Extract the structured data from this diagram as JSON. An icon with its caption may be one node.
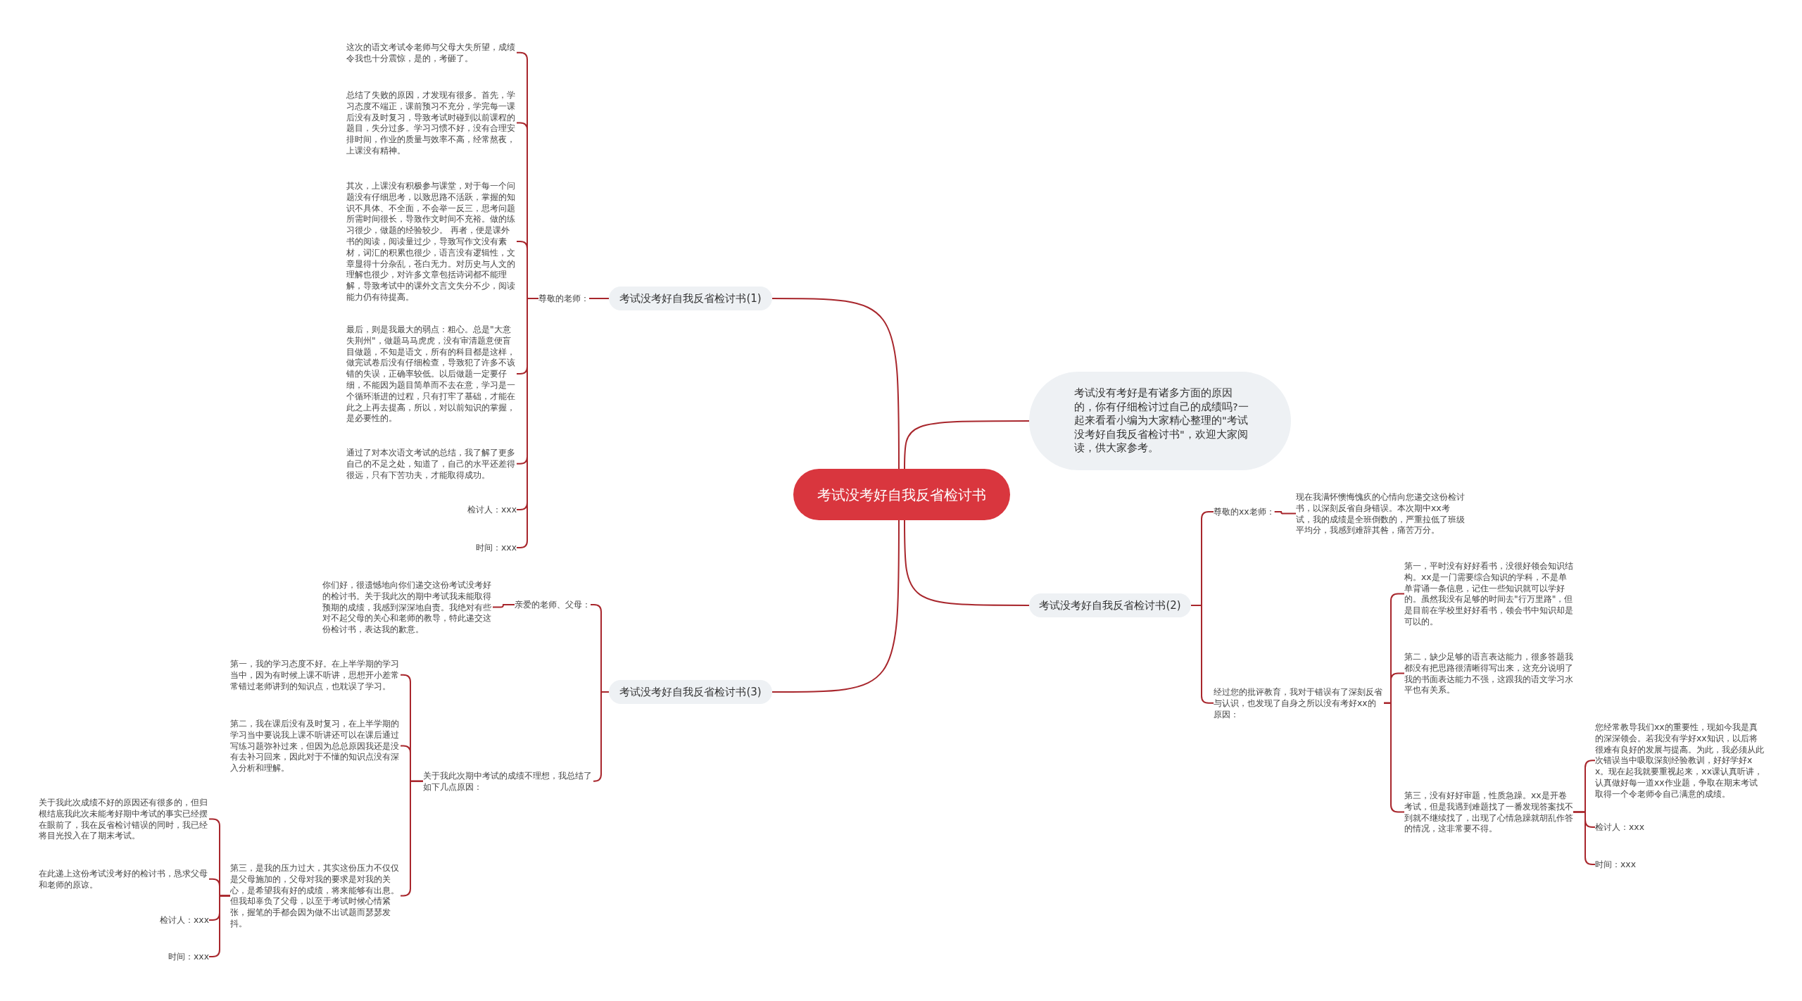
{
  "diagram": {
    "nodes": [
      {
        "text": [
          "考试没考好自我反省检讨书"
        ]
      },
      {
        "text": [
          "考试没有考好是有诸多方面的原因的，你有仔细检讨过自己的成绩吗?一起来看看小编为大家精心整理的\"考试没考好自我反省检讨书\"，欢迎大家阅读，供大家参考。"
        ]
      },
      {
        "text": [
          "考试没考好自我反省检讨书(1)"
        ]
      },
      {
        "text": [
          "尊敬的老师："
        ]
      },
      {
        "text": [
          "这次的语文考试令老师与父母大失所望，成绩令我也十分震惊，是的，考砸了。"
        ]
      },
      {
        "text": [
          "总结了失败的原因，才发现有很多。首先，学习态度不端正，课前预习不充分，学完每一课后没有及时复习，导致考试时碰到以前课程的题目，失分过多。学习习惯不好，没有合理安排时间，作业的质量与效率不高，经常熬夜，上课没有精神。"
        ]
      },
      {
        "text": [
          "其次，上课没有积极参与课堂，对于每一个问题没有仔细思考，以致思路不活跃，掌握的知识不具体、不全面，不会举一反三，思考问题所需时间很长，导致作文时间不充裕。做的练习很少，做题的经验较少。 再者，便是课外书的阅读，阅读量过少，导致写作文没有素材，词汇的积累也很少，语言没有逻辑性，文章显得十分杂乱，苍白无力。对历史与人文的理解也很少，对许多文章包括诗词都不能理解，导致考试中的课外文言文失分不少，阅读能力仍有待提高。"
        ]
      },
      {
        "text": [
          "最后，则是我最大的弱点：粗心。总是\"大意失荆州\"，做题马马虎虎，没有审清题意便盲目做题，不知是语文，所有的科目都是这样，做完试卷后没有仔细检查，导致犯了许多不该错的失误，正确率较低。以后做题一定要仔细，不能因为题目简单而不去在意，学习是一个循环渐进的过程，只有打牢了基础，才能在此之上再去提高，所以，对以前知识的掌握，是必要性的。"
        ]
      },
      {
        "text": [
          "通过了对本次语文考试的总结，我了解了更多自己的不足之处，知道了，自己的水平还差得很远，只有下苦功夫，才能取得成功。"
        ]
      },
      {
        "text": [
          "检讨人：xxx"
        ]
      },
      {
        "text": [
          "时间：xxx"
        ]
      },
      {
        "text": [
          "考试没考好自我反省检讨书(3)"
        ]
      },
      {
        "text": [
          "亲爱的老师、父母："
        ]
      },
      {
        "text": [
          "你们好，很遗憾地向你们递交这份考试没考好的检讨书。关于我此次的期中考试我未能取得预期的成绩，我感到深深地自责。我绝对有些对不起父母的关心和老师的教导，特此递交这份检讨书，表达我的歉意。"
        ]
      },
      {
        "text": [
          "关于我此次期中考试的成绩不理想，我总结了如下几点原因："
        ]
      },
      {
        "text": [
          "第一，我的学习态度不好。在上半学期的学习当中，因为有时候上课不听讲，思想开小差常常错过老师讲到的知识点，也耽误了学习。"
        ]
      },
      {
        "text": [
          "第二，我在课后没有及时复习，在上半学期的学习当中要说我上课不听讲还可以在课后通过写练习题弥补过来，但因为总总原因我还是没有去补习回来，因此对于不懂的知识点没有深入分析和理解。"
        ]
      },
      {
        "text": [
          "第三，是我的压力过大，其实这份压力不仅仅是父母施加的，父母对我的要求是对我的关心，是希望我有好的成绩，将来能够有出息。但我却辜负了父母，以至于考试时候心情紧张，握笔的手都会因为做不出试题而瑟瑟发抖。"
        ]
      },
      {
        "text": [
          "关于我此次成绩不好的原因还有很多的，但归根结底我此次未能考好期中考试的事实已经摆在眼前了，我在反省检讨错误的同时，我已经将目光投入在了期末考试。"
        ]
      },
      {
        "text": [
          "在此递上这份考试没考好的检讨书，恳求父母和老师的原谅。"
        ]
      },
      {
        "text": [
          "检讨人：xxx"
        ]
      },
      {
        "text": [
          "时间：xxx"
        ]
      },
      {
        "text": [
          "考试没考好自我反省检讨书(2)"
        ]
      },
      {
        "text": [
          "尊敬的xx老师："
        ]
      },
      {
        "text": [
          "现在我满怀懊悔愧疚的心情向您递交这份检讨书，以深刻反省自身错误。本次期中xx考试，我的成绩是全班倒数的，严重拉低了班级平均分，我感到难辞其咎，痛苦万分。"
        ]
      },
      {
        "text": [
          "经过您的批评教育，我对于错误有了深刻反省与认识，也发现了自身之所以没有考好xx的原因："
        ]
      },
      {
        "text": [
          "第一，平时没有好好看书，没很好领会知识结构。xx是一门需要综合知识的学科，不是单单背诵一条信息，记住一些知识就可以学好的。虽然我没有足够的时间去\"行万里路\"，但是目前在学校里好好看书，领会书中知识却是可以的。"
        ]
      },
      {
        "text": [
          "第二，缺少足够的语言表达能力，很多答题我都没有把思路很清晰得写出来，这充分说明了我的书面表达能力不强，这跟我的语文学习水平也有关系。"
        ]
      },
      {
        "text": [
          "第三，没有好好审题，性质急躁。xx是开卷考试，但是我遇到难题找了一番发现答案找不到就不继续找了，出现了心情急躁就胡乱作答的情况，这非常要不得。"
        ]
      },
      {
        "text": [
          "您经常教导我们xx的重要性，现如今我是真的深深领会。若我没有学好xx知识，以后将很难有良好的发展与提高。为此，我必须从此次错误当中吸取深刻经验教训，好好学好xx。现在起我就要重视起来，xx课认真听讲，认真做好每一道xx作业题，争取在期末考试取得一个令老师令自己满意的成绩。"
        ]
      },
      {
        "text": [
          "检讨人：xxx"
        ]
      },
      {
        "text": [
          "时间：xxx"
        ]
      }
    ],
    "edges": [
      {
        "from": 0,
        "to": 1,
        "arrow": "none"
      },
      {
        "from": 0,
        "to": 2,
        "arrow": "none"
      },
      {
        "from": 0,
        "to": 22,
        "arrow": "none"
      },
      {
        "from": 0,
        "to": 11,
        "arrow": "none"
      },
      {
        "from": 2,
        "to": 3,
        "arrow": "none"
      },
      {
        "from": 3,
        "to": 4,
        "arrow": "none"
      },
      {
        "from": 3,
        "to": 5,
        "arrow": "none"
      },
      {
        "from": 3,
        "to": 6,
        "arrow": "none"
      },
      {
        "from": 3,
        "to": 7,
        "arrow": "none"
      },
      {
        "from": 3,
        "to": 8,
        "arrow": "none"
      },
      {
        "from": 3,
        "to": 9,
        "arrow": "none"
      },
      {
        "from": 3,
        "to": 10,
        "arrow": "none"
      },
      {
        "from": 11,
        "to": 12,
        "arrow": "none"
      },
      {
        "from": 11,
        "to": 14,
        "arrow": "none"
      },
      {
        "from": 12,
        "to": 13,
        "arrow": "none"
      },
      {
        "from": 14,
        "to": 15,
        "arrow": "none"
      },
      {
        "from": 14,
        "to": 16,
        "arrow": "none"
      },
      {
        "from": 14,
        "to": 17,
        "arrow": "none"
      },
      {
        "from": 17,
        "to": 18,
        "arrow": "none"
      },
      {
        "from": 17,
        "to": 19,
        "arrow": "none"
      },
      {
        "from": 17,
        "to": 20,
        "arrow": "none"
      },
      {
        "from": 17,
        "to": 21,
        "arrow": "none"
      },
      {
        "from": 22,
        "to": 23,
        "arrow": "none"
      },
      {
        "from": 22,
        "to": 25,
        "arrow": "none"
      },
      {
        "from": 23,
        "to": 24,
        "arrow": "none"
      },
      {
        "from": 25,
        "to": 26,
        "arrow": "none"
      },
      {
        "from": 25,
        "to": 27,
        "arrow": "none"
      },
      {
        "from": 25,
        "to": 28,
        "arrow": "none"
      },
      {
        "from": 28,
        "to": 29,
        "arrow": "none"
      },
      {
        "from": 28,
        "to": 30,
        "arrow": "none"
      },
      {
        "from": 28,
        "to": 31,
        "arrow": "none"
      }
    ]
  }
}
